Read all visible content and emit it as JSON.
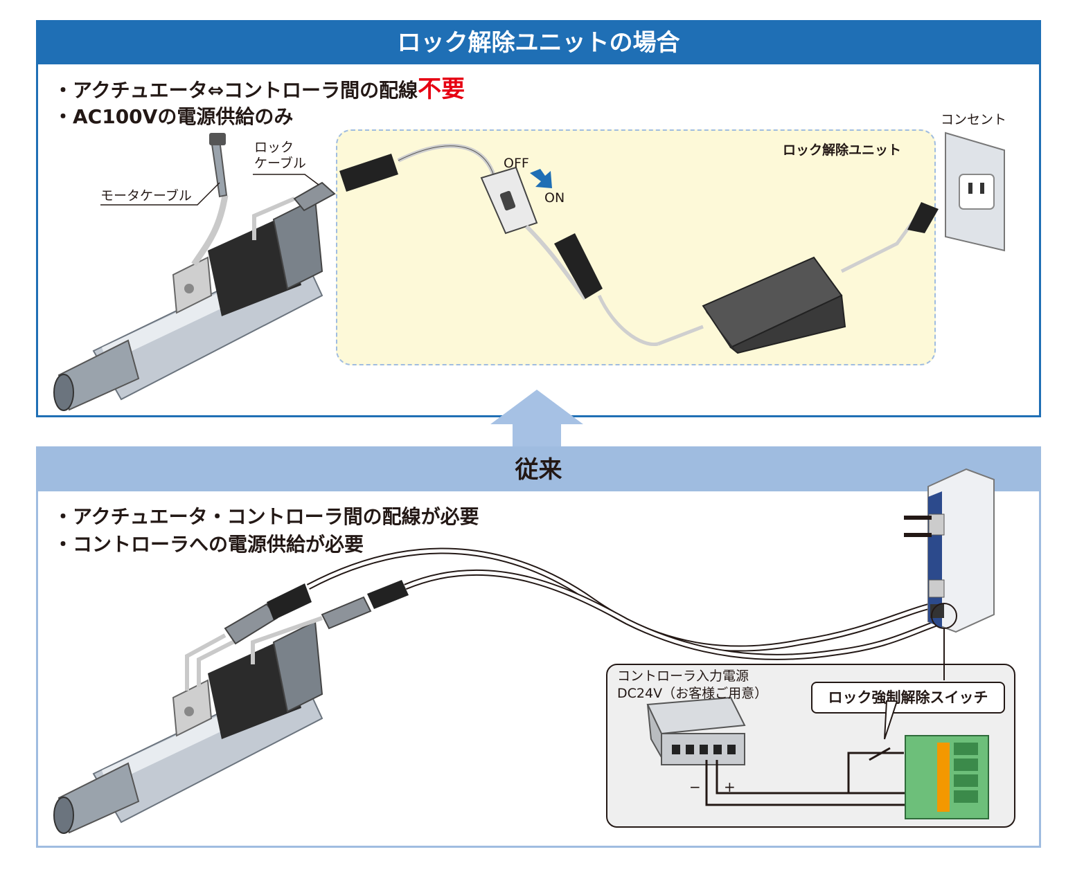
{
  "top": {
    "title": "ロック解除ユニットの場合",
    "bullet1_main": "・アクチュエータ⇔コントローラ間の配線",
    "bullet1_emphasis": "不要",
    "bullet2": "・AC100Vの電源供給のみ",
    "labels": {
      "lock_cable_line1": "ロック",
      "lock_cable_line2": "ケーブル",
      "motor_cable": "モータケーブル",
      "switch_off": "OFF",
      "switch_on": "ON",
      "unit": "ロック解除ユニット",
      "outlet": "コンセント"
    }
  },
  "arrow_color": "#a6c1e4",
  "bottom": {
    "title": "従来",
    "bullet1": "・アクチュエータ・コントローラ間の配線が必要",
    "bullet2": "・コントローラへの電源供給が必要",
    "labels": {
      "power_line1": "コントローラ入力電源",
      "power_line2": "DC24V（お客様ご用意）",
      "lock_switch": "ロック強制解除スイッチ",
      "minus": "−",
      "plus": "+"
    }
  },
  "colors": {
    "header_blue": "#1f6fb5",
    "header_light": "#9fbce0",
    "emphasis_red": "#e60012",
    "unit_background": "#fdf9d8",
    "terminal_green": "#6dbf7a",
    "terminal_orange": "#f39800"
  }
}
